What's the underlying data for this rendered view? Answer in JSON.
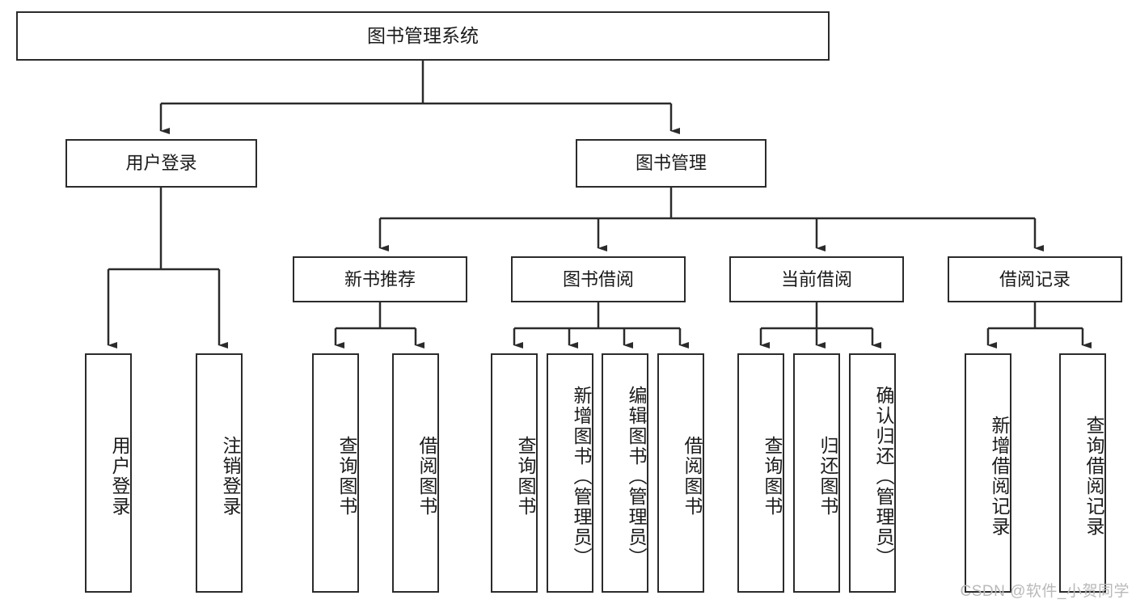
{
  "diagram": {
    "title": "图书管理系统",
    "type": "tree-hierarchy",
    "root": {
      "id": "root",
      "label": "图书管理系统"
    },
    "level2": [
      {
        "id": "user-login",
        "label": "用户登录"
      },
      {
        "id": "book-management",
        "label": "图书管理"
      }
    ],
    "level3": [
      {
        "id": "new-book-recommend",
        "label": "新书推荐",
        "parent": "book-management"
      },
      {
        "id": "book-borrow",
        "label": "图书借阅",
        "parent": "book-management"
      },
      {
        "id": "current-borrow",
        "label": "当前借阅",
        "parent": "book-management"
      },
      {
        "id": "borrow-record",
        "label": "借阅记录",
        "parent": "book-management"
      }
    ],
    "leaves": [
      {
        "id": "leaf-user-login",
        "label": "用户登录",
        "parent": "user-login"
      },
      {
        "id": "leaf-logout-login",
        "label": "注销登录",
        "parent": "user-login"
      },
      {
        "id": "leaf-query-book-1",
        "label": "查询图书",
        "parent": "new-book-recommend"
      },
      {
        "id": "leaf-borrow-book-1",
        "label": "借阅图书",
        "parent": "new-book-recommend"
      },
      {
        "id": "leaf-query-book-2",
        "label": "查询图书",
        "parent": "book-borrow"
      },
      {
        "id": "leaf-add-book",
        "label": "新增图书（管理员）",
        "parent": "book-borrow"
      },
      {
        "id": "leaf-edit-book",
        "label": "编辑图书（管理员）",
        "parent": "book-borrow"
      },
      {
        "id": "leaf-borrow-book-2",
        "label": "借阅图书",
        "parent": "book-borrow"
      },
      {
        "id": "leaf-query-book-3",
        "label": "查询图书",
        "parent": "current-borrow"
      },
      {
        "id": "leaf-return-book",
        "label": "归还图书",
        "parent": "current-borrow"
      },
      {
        "id": "leaf-confirm-return",
        "label": "确认归还（管理员）",
        "parent": "current-borrow"
      },
      {
        "id": "leaf-add-record",
        "label": "新增借阅记录",
        "parent": "borrow-record"
      },
      {
        "id": "leaf-query-record",
        "label": "查询借阅记录",
        "parent": "borrow-record"
      }
    ],
    "watermark": "CSDN @软件_小贺同学",
    "colors": {
      "border": "#2b2b2b",
      "background": "#ffffff",
      "text": "#1b1b1b",
      "watermark": "#b9b9b9"
    }
  }
}
